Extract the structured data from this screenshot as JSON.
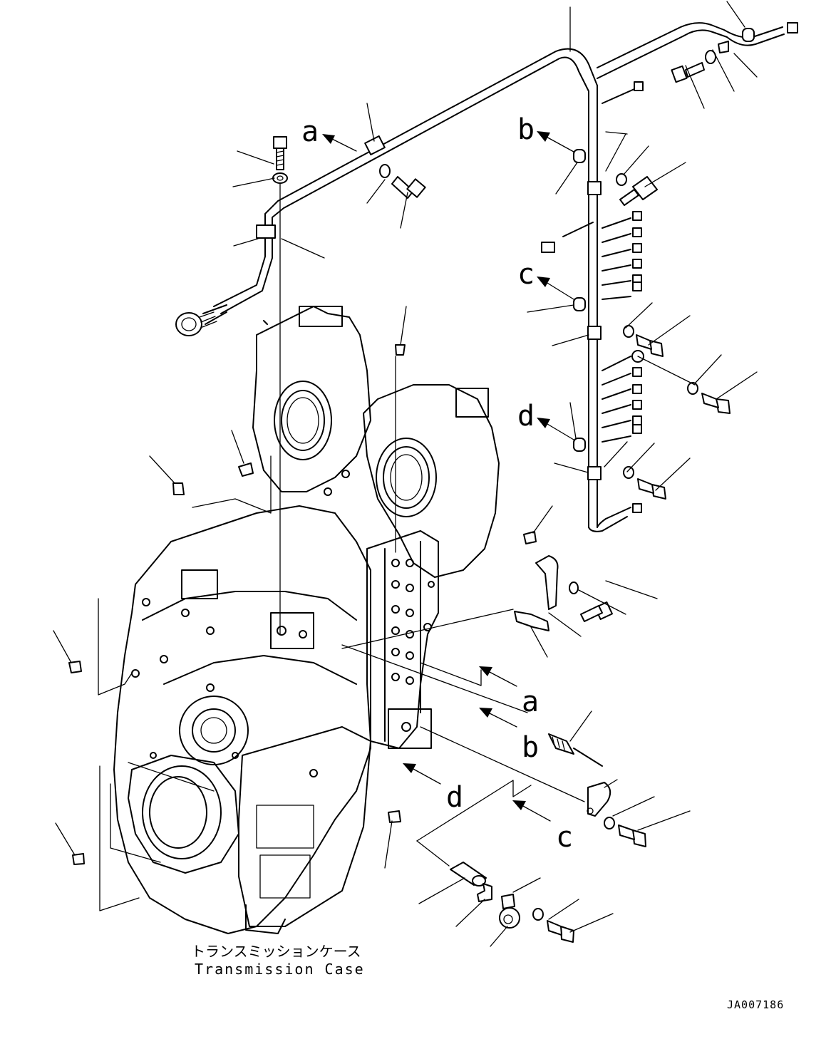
{
  "diagram": {
    "caption_jp": "トランスミッションケース",
    "caption_en": "Transmission Case",
    "drawing_id": "JA007186",
    "callout_letters": {
      "a": "a",
      "b": "b",
      "c": "c",
      "d": "d"
    }
  }
}
